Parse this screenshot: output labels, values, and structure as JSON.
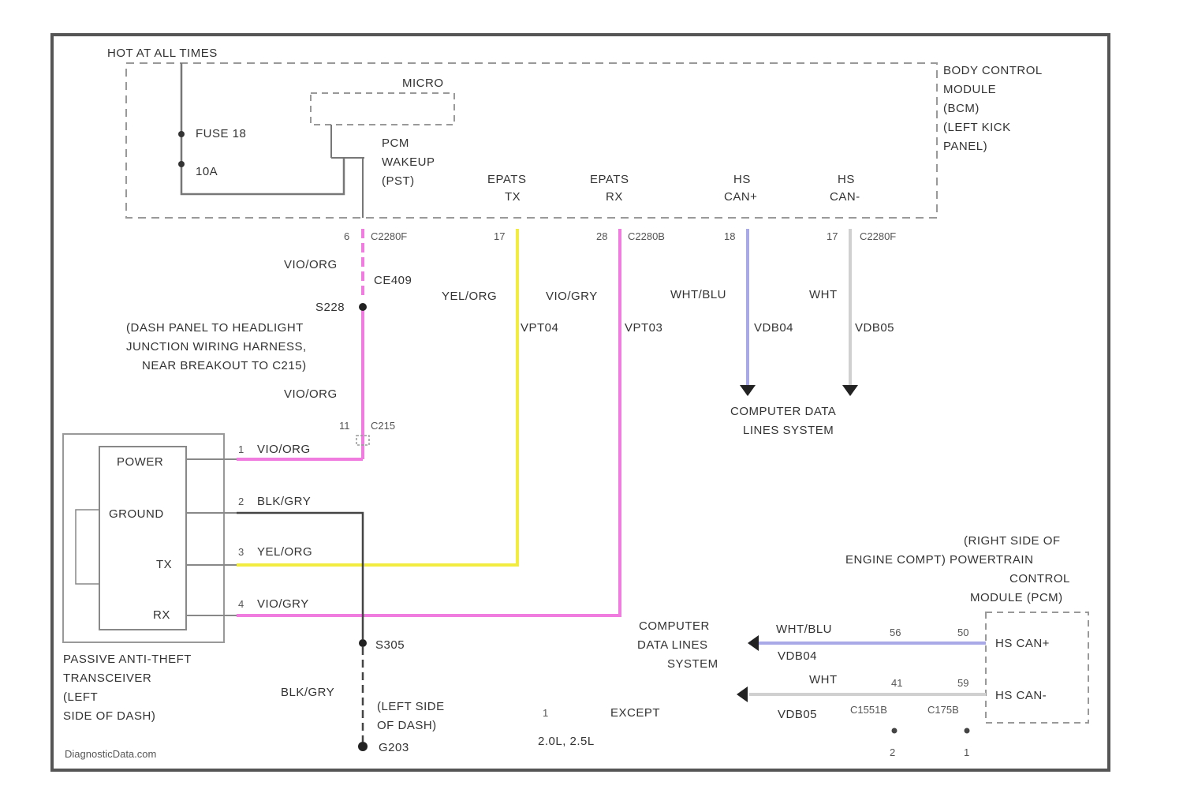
{
  "colors": {
    "frame": "#555555",
    "wire_pink": "#f07ce0",
    "wire_yellow": "#f2ec40",
    "wire_blue": "#a9a9e8",
    "wire_gray": "#d0d0d0",
    "wire_black": "#333333"
  },
  "bcm": {
    "hot_label": "HOT AT ALL TIMES",
    "name_lines": [
      "BODY CONTROL",
      "MODULE",
      "(BCM)",
      "(LEFT KICK",
      "PANEL)"
    ],
    "micro_label": "MICRO",
    "fuse_label": "FUSE 18",
    "fuse_amps": "10A",
    "pin_labels": [
      {
        "lines": [
          "PCM",
          "WAKEUP",
          "(PST)"
        ]
      },
      {
        "lines": [
          "EPATS",
          "TX"
        ]
      },
      {
        "lines": [
          "EPATS",
          "RX"
        ]
      },
      {
        "lines": [
          "HS",
          "CAN+"
        ]
      },
      {
        "lines": [
          "HS",
          "CAN-"
        ]
      }
    ],
    "pins": [
      {
        "num": "6",
        "conn": "C2280F"
      },
      {
        "num": "17",
        "conn": ""
      },
      {
        "num": "28",
        "conn": "C2280B"
      },
      {
        "num": "18",
        "conn": ""
      },
      {
        "num": "17",
        "conn": "C2280F"
      }
    ]
  },
  "wires": {
    "power_color": "VIO/ORG",
    "power_circuit": "CE409",
    "splice": "S228",
    "splice_desc": [
      "(DASH PANEL TO HEADLIGHT",
      "JUNCTION WIRING HARNESS,",
      "NEAR BREAKOUT TO C215)"
    ],
    "power_color2": "VIO/ORG",
    "c215_pin": "11",
    "c215": "C215",
    "tx_color": "YEL/ORG",
    "tx_circuit": "VPT04",
    "rx_color": "VIO/GRY",
    "rx_circuit": "VPT03",
    "canp_color": "WHT/BLU",
    "canp_circuit": "VDB04",
    "canm_color": "WHT",
    "canm_circuit": "VDB05",
    "cdl_lines": [
      "COMPUTER DATA",
      "LINES SYSTEM"
    ]
  },
  "pats": {
    "labels": [
      "POWER",
      "GROUND",
      "TX",
      "RX"
    ],
    "pin_nums": [
      "1",
      "2",
      "3",
      "4"
    ],
    "wire_colors": [
      "VIO/ORG",
      "BLK/GRY",
      "YEL/ORG",
      "VIO/GRY"
    ],
    "name_lines": [
      "PASSIVE ANTI-THEFT",
      "TRANSCEIVER",
      "(LEFT",
      "SIDE OF DASH)"
    ]
  },
  "ground": {
    "splice": "S305",
    "color": "BLK/GRY",
    "desc": [
      "(LEFT SIDE",
      "OF DASH)"
    ],
    "point": "G203"
  },
  "note": {
    "marker": "1",
    "text": "EXCEPT",
    "engine": "2.0L, 2.5L"
  },
  "pcm": {
    "name_lines": [
      "(RIGHT SIDE OF",
      "ENGINE COMPT) POWERTRAIN",
      "CONTROL",
      "MODULE (PCM)"
    ],
    "cdl_lines": [
      "COMPUTER",
      "DATA LINES",
      "SYSTEM"
    ],
    "canp_color": "WHT/BLU",
    "canp_circuit": "VDB04",
    "canp_pin_a": "56",
    "canp_pin_b": "50",
    "canm_color": "WHT",
    "canm_circuit": "VDB05",
    "canm_pin_a": "41",
    "canm_pin_b": "59",
    "conn_a": "C1551B",
    "conn_b": "C175B",
    "conn_a_num": "2",
    "conn_b_num": "1",
    "pin_labels": [
      "HS CAN+",
      "HS CAN-"
    ]
  },
  "watermark": "DiagnosticData.com"
}
